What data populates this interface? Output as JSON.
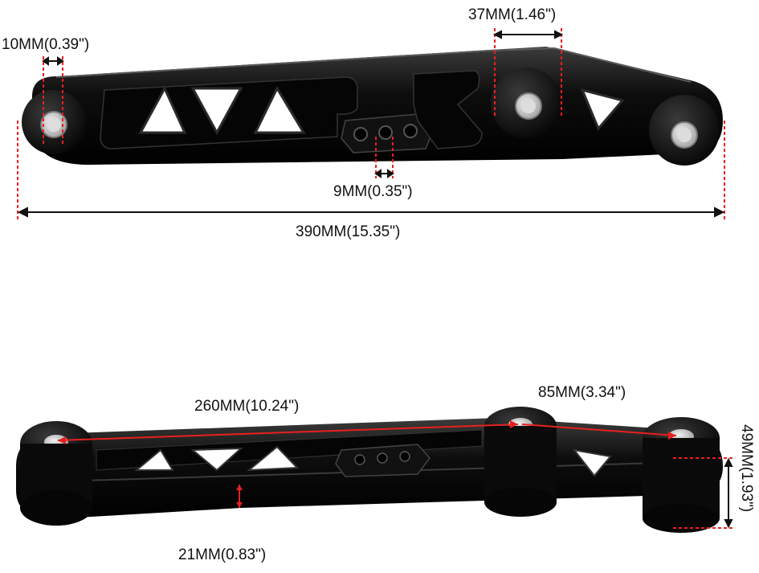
{
  "dimensions": {
    "top_view": {
      "bushing_thickness": "10MM(0.39\")",
      "bushing_spacing": "37MM(1.46\")",
      "hole_spacing": "9MM(0.35\")",
      "overall_length": "390MM(15.35\")"
    },
    "side_view": {
      "center_to_center": "260MM(10.24\")",
      "end_spacing": "85MM(3.34\")",
      "height": "49MM(1.93\")",
      "arm_thickness": "21MM(0.83\")"
    }
  },
  "colors": {
    "dimension_line": "#e8201f",
    "arm_black": "#0b0b0b",
    "arm_highlight": "#4a4a4a",
    "bushing_insert": "#c8c8c8"
  }
}
